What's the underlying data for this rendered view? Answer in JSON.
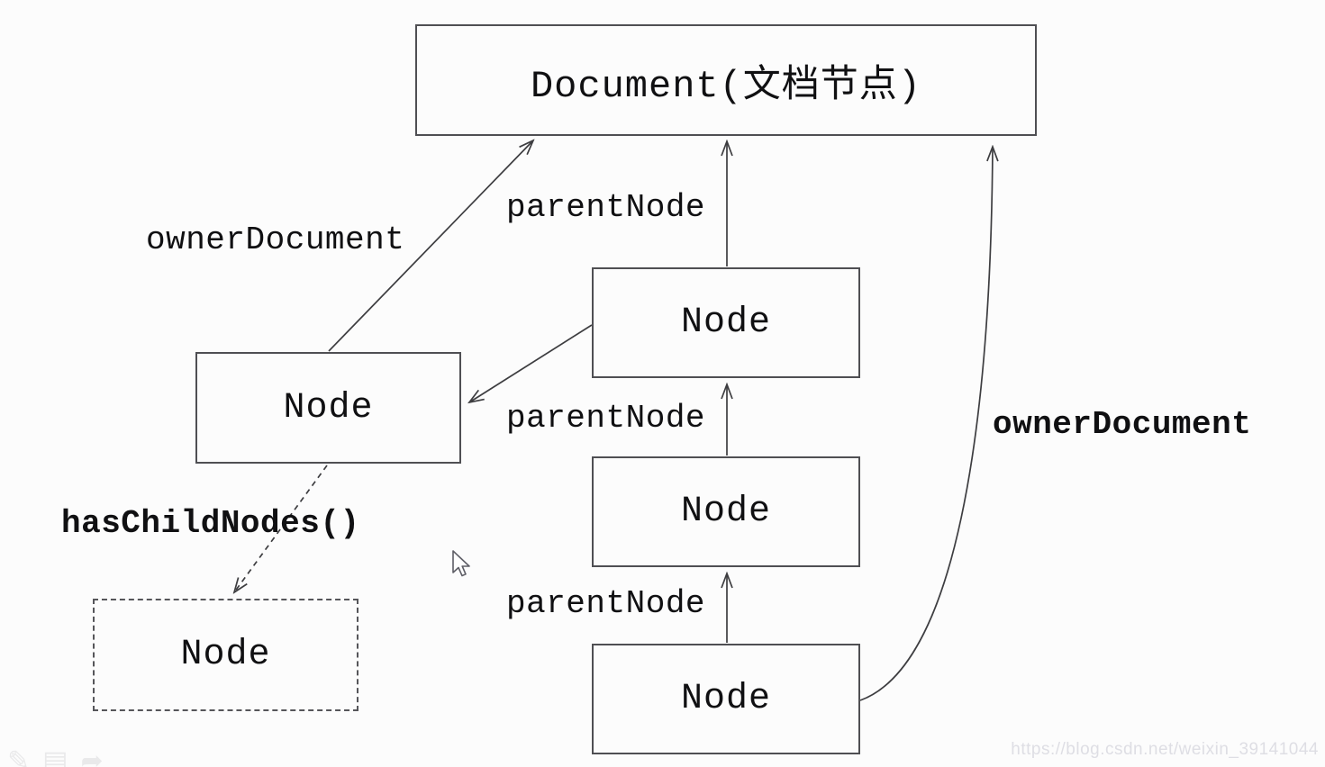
{
  "diagram": {
    "document": {
      "label": "Document(文档节点)"
    },
    "nodes": [
      {
        "label": "Node"
      },
      {
        "label": "Node"
      },
      {
        "label": "Node"
      },
      {
        "label": "Node"
      },
      {
        "label": "Node"
      }
    ],
    "edge_labels": {
      "owner_document_left": "ownerDocument",
      "parent_node_top": "parentNode",
      "parent_node_middle": "parentNode",
      "parent_node_bottom": "parentNode",
      "has_child_nodes": "hasChildNodes()",
      "owner_document_right": "ownerDocument"
    },
    "colors": {
      "box_border": "#4f4f53",
      "line": "#3d3d40",
      "text": "#101012",
      "background": "#fcfcfc"
    }
  },
  "overlay": {
    "watermark": "https://blog.csdn.net/weixin_39141044",
    "watermark_color": "#dedee4",
    "corner_icons": [
      {
        "name": "pencil-icon",
        "glyph": "✎"
      },
      {
        "name": "list-icon",
        "glyph": "▤"
      },
      {
        "name": "share-icon",
        "glyph": "➦"
      }
    ]
  }
}
